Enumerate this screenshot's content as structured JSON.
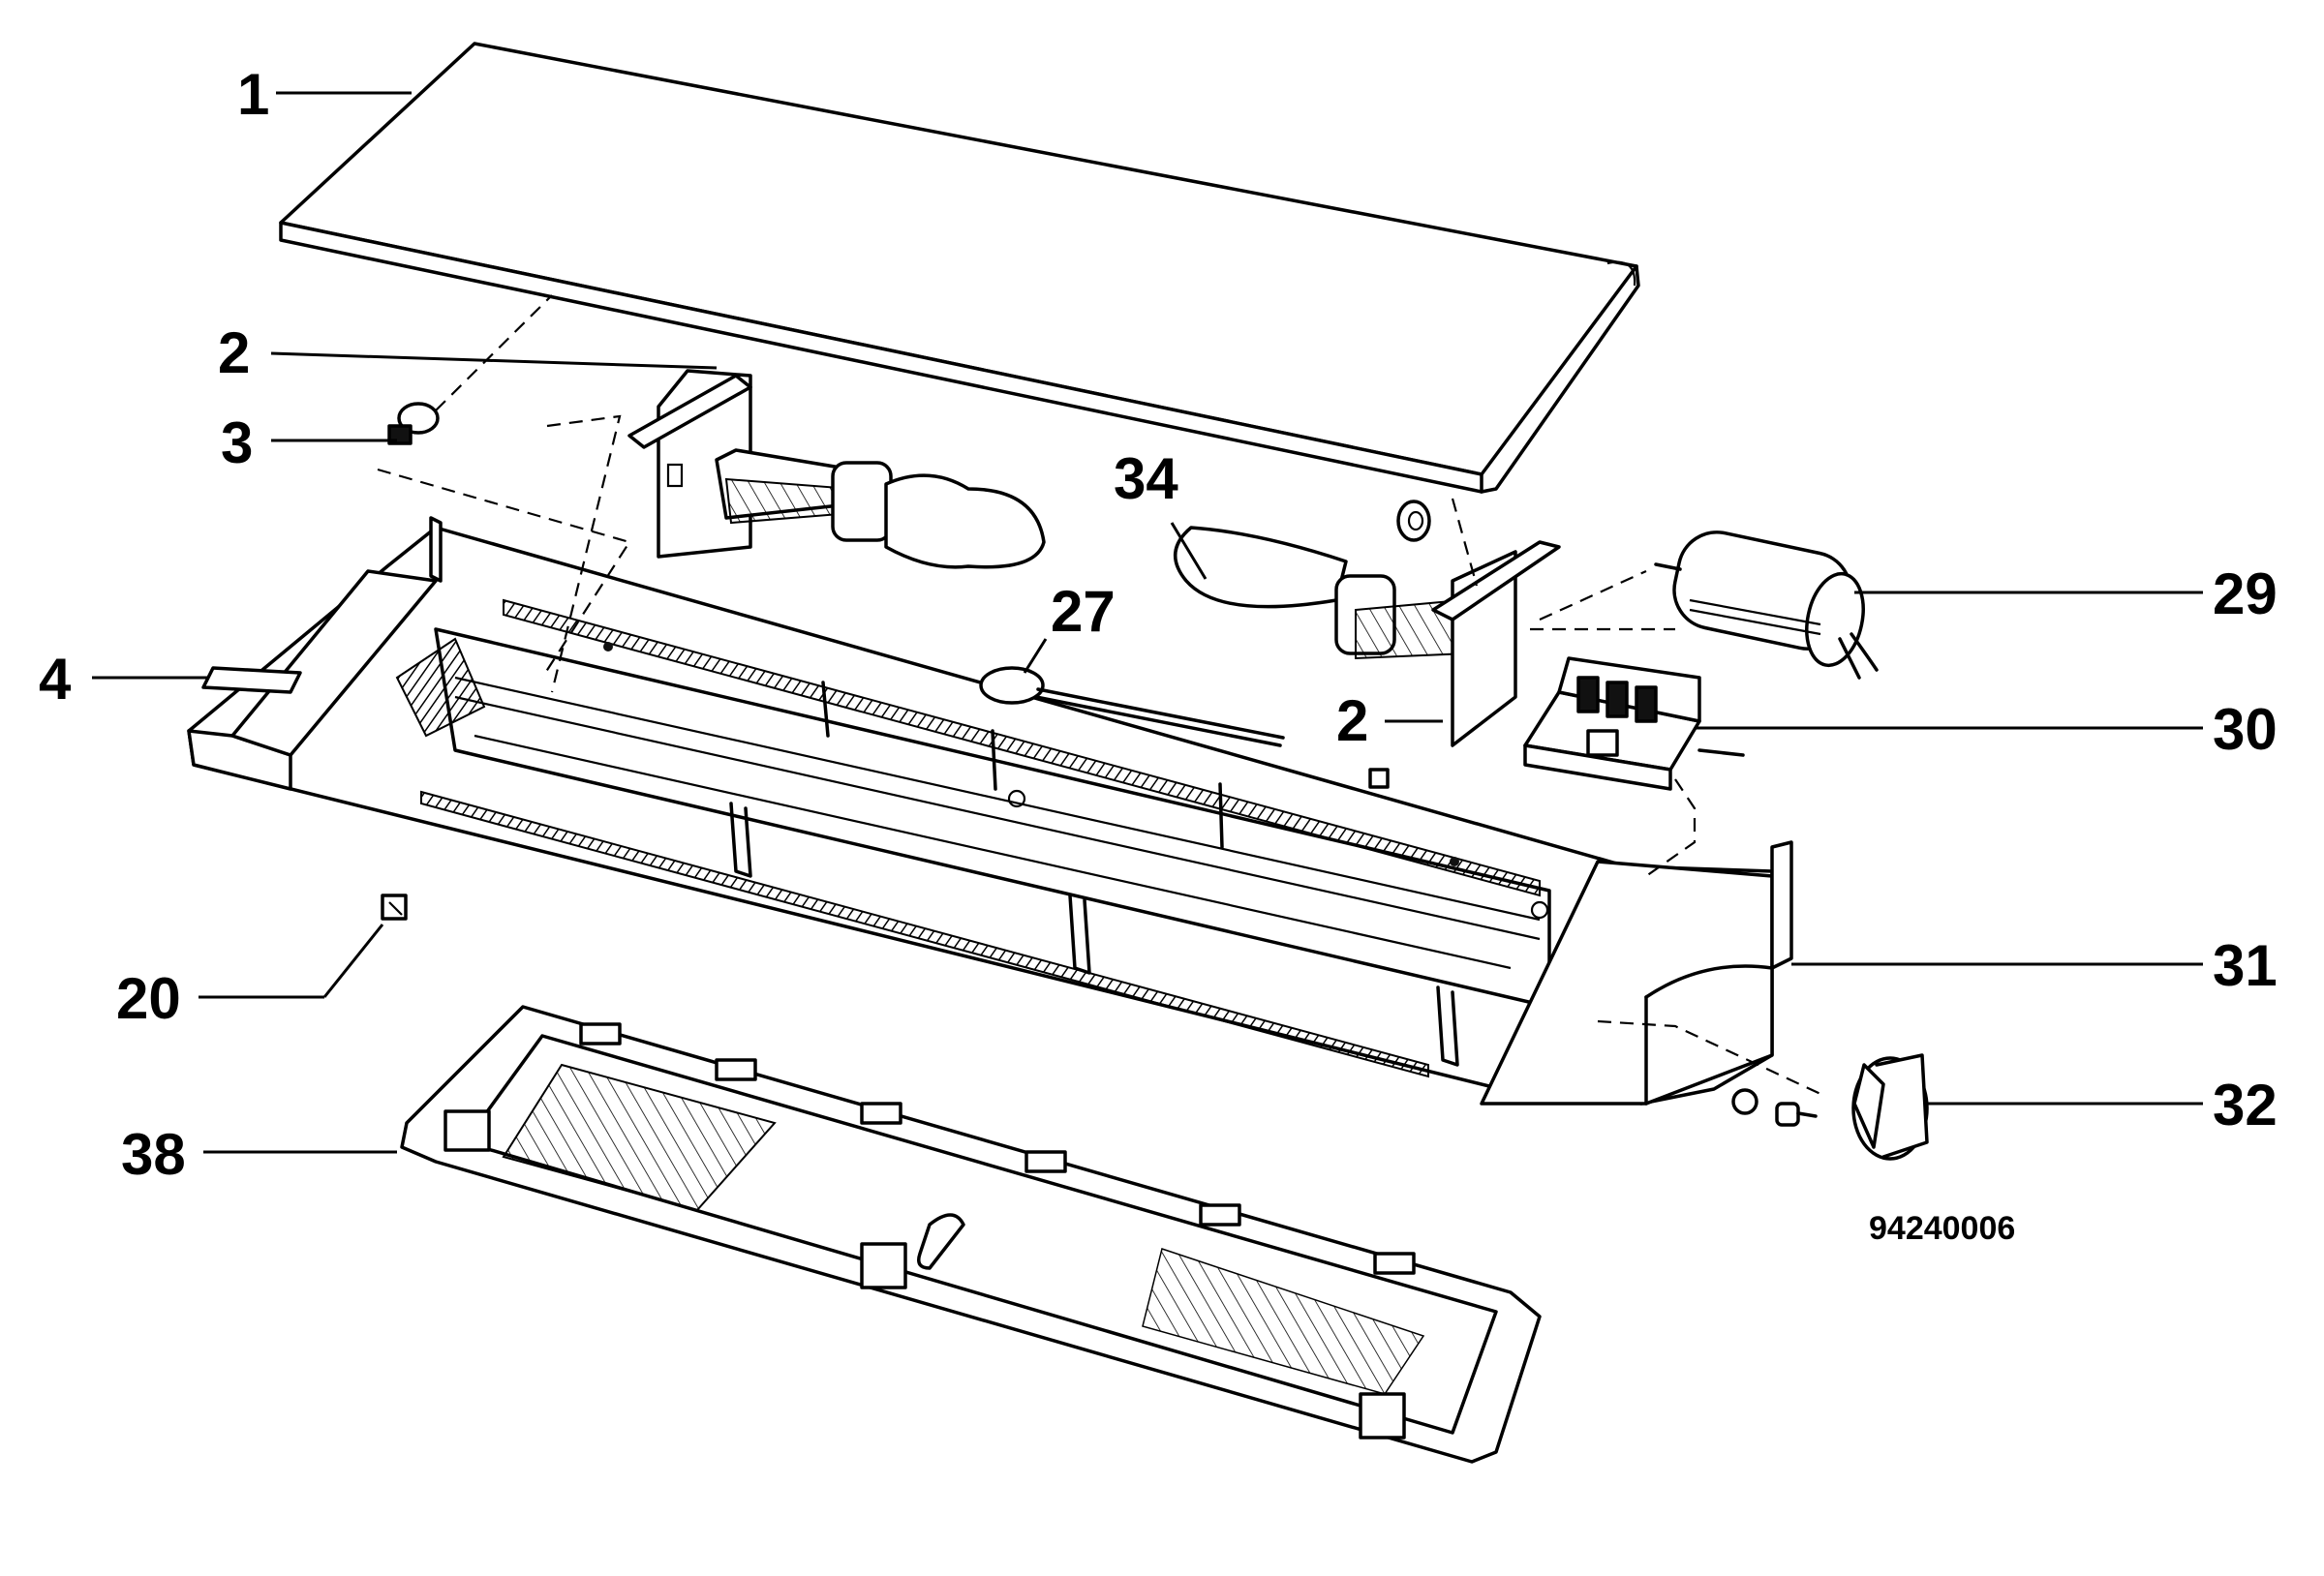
{
  "labels": {
    "p1": "1",
    "p2a": "2",
    "p2b": "2",
    "p3": "3",
    "p4": "4",
    "p20": "20",
    "p27": "27",
    "p29": "29",
    "p30": "30",
    "p31": "31",
    "p32": "32",
    "p34": "34",
    "p38": "38"
  },
  "drawing_number": "94240006"
}
